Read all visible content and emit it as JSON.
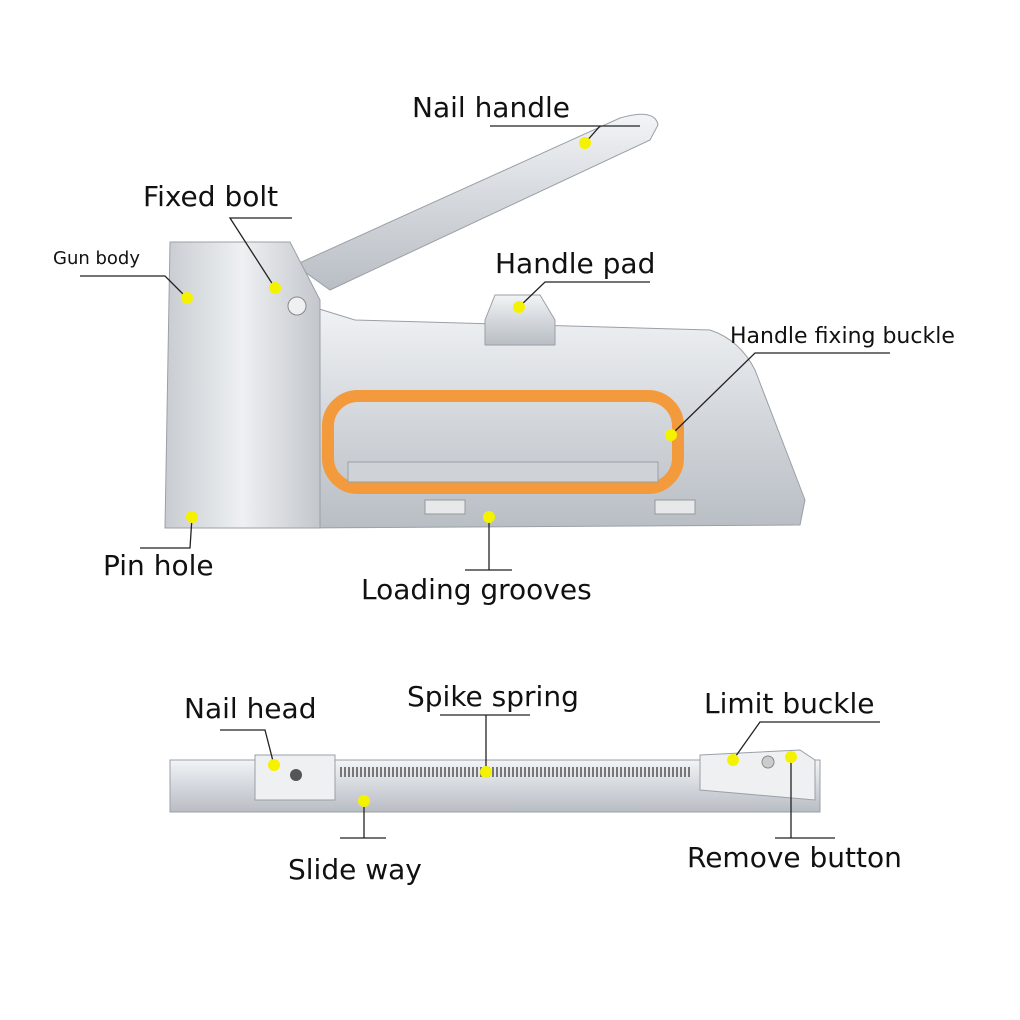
{
  "labels": {
    "nail_handle": "Nail handle",
    "fixed_bolt": "Fixed bolt",
    "gun_body": "Gun body",
    "handle_pad": "Handle pad",
    "handle_fixing_buckle": "Handle fixing buckle",
    "pin_hole": "Pin hole",
    "loading_grooves": "Loading grooves",
    "nail_head": "Nail head",
    "spike_spring": "Spike spring",
    "limit_buckle": "Limit buckle",
    "slide_way": "Slide way",
    "remove_button": "Remove button"
  },
  "colors": {
    "marker": "#f5f200",
    "grip": "#f39a3c",
    "metal": "#d9dde2",
    "leader": "#222222"
  }
}
